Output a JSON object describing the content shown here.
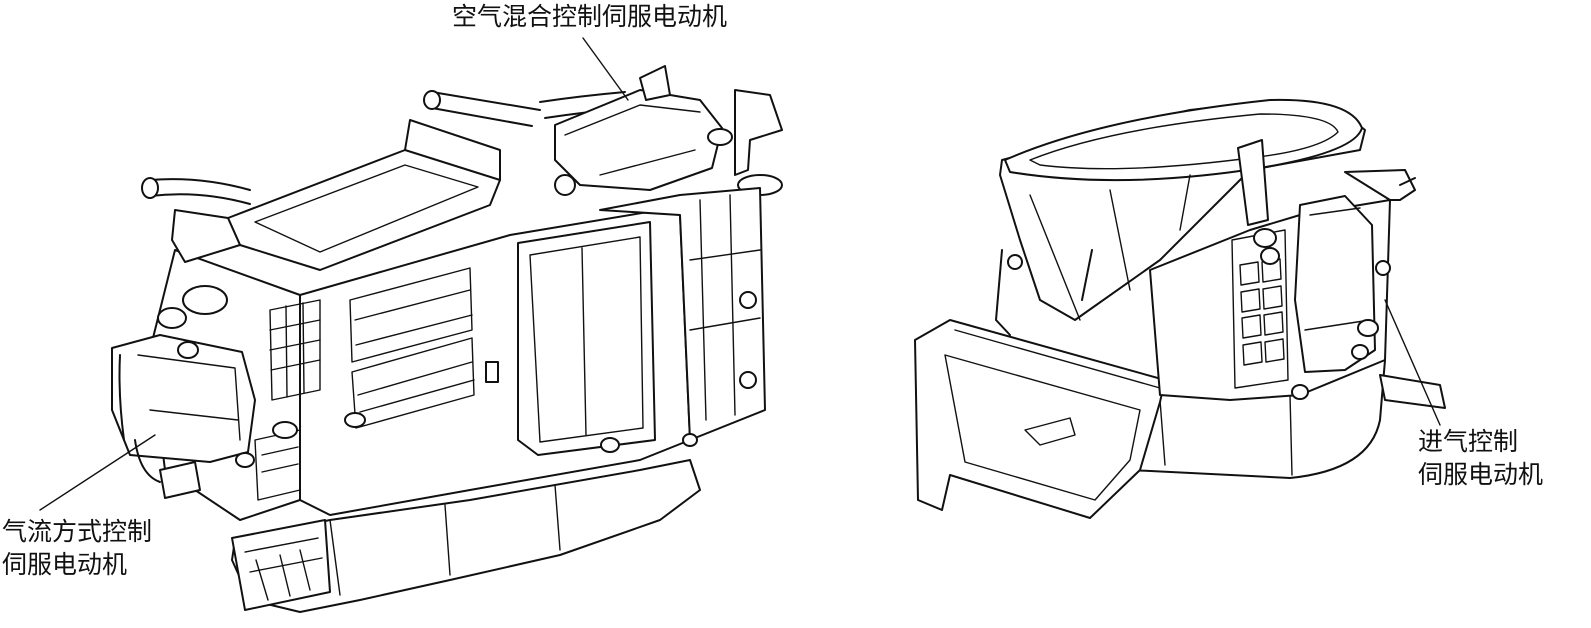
{
  "labels": {
    "air_mix_servo": "空气混合控制伺服电动机",
    "airflow_mode_servo": [
      "气流方式控制",
      "伺服电动机"
    ],
    "intake_servo": [
      "进气控制",
      "伺服电动机"
    ]
  }
}
